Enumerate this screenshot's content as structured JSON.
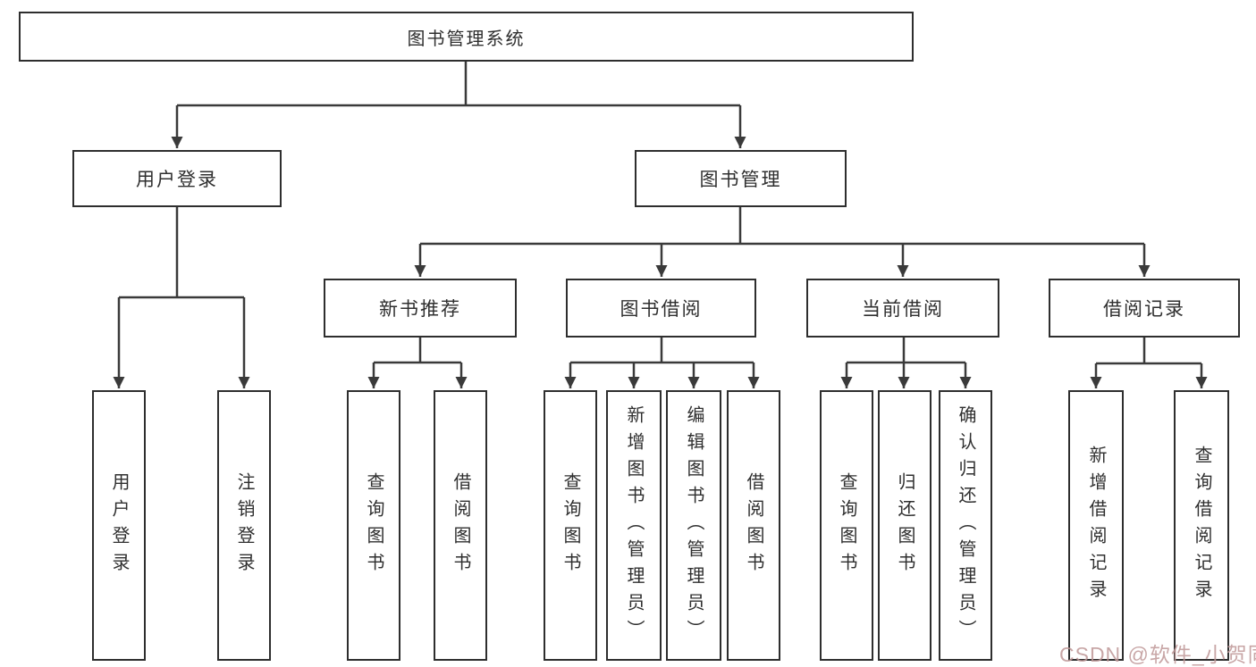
{
  "diagram": {
    "line_color": "#3a3a3a",
    "box_border_color": "#2e2e2e",
    "text_color": "#2f2f2f",
    "root": {
      "label": "图书管理系统"
    },
    "level2": [
      {
        "id": "user-login",
        "label": "用户登录"
      },
      {
        "id": "book-management",
        "label": "图书管理"
      }
    ],
    "level3": [
      {
        "id": "new-book-recommend",
        "label": "新书推荐",
        "parent": "book-management"
      },
      {
        "id": "book-borrowing",
        "label": "图书借阅",
        "parent": "book-management"
      },
      {
        "id": "current-borrowing",
        "label": "当前借阅",
        "parent": "book-management"
      },
      {
        "id": "borrowing-records",
        "label": "借阅记录",
        "parent": "book-management"
      }
    ],
    "leaves": [
      {
        "id": "user-login-leaf",
        "label": "用户登录",
        "parent": "user-login"
      },
      {
        "id": "logout",
        "label": "注销登录",
        "parent": "user-login"
      },
      {
        "id": "query-books-recommend",
        "label": "查询图书",
        "parent": "new-book-recommend"
      },
      {
        "id": "borrow-books-recommend",
        "label": "借阅图书",
        "parent": "new-book-recommend"
      },
      {
        "id": "query-books-borrowing",
        "label": "查询图书",
        "parent": "book-borrowing"
      },
      {
        "id": "add-books-admin",
        "label": "新增图书（管理员）",
        "parent": "book-borrowing"
      },
      {
        "id": "edit-books-admin",
        "label": "编辑图书（管理员）",
        "parent": "book-borrowing"
      },
      {
        "id": "borrow-books-borrowing",
        "label": "借阅图书",
        "parent": "book-borrowing"
      },
      {
        "id": "query-books-current",
        "label": "查询图书",
        "parent": "current-borrowing"
      },
      {
        "id": "return-books",
        "label": "归还图书",
        "parent": "current-borrowing"
      },
      {
        "id": "confirm-return-admin",
        "label": "确认归还（管理员）",
        "parent": "current-borrowing"
      },
      {
        "id": "add-borrow-record",
        "label": "新增借阅记录",
        "parent": "borrowing-records"
      },
      {
        "id": "query-borrow-record",
        "label": "查询借阅记录",
        "parent": "borrowing-records"
      }
    ]
  },
  "watermark": {
    "text": "CSDN @软件_小贺同学",
    "color": "rgba(190,150,150,0.85)"
  }
}
